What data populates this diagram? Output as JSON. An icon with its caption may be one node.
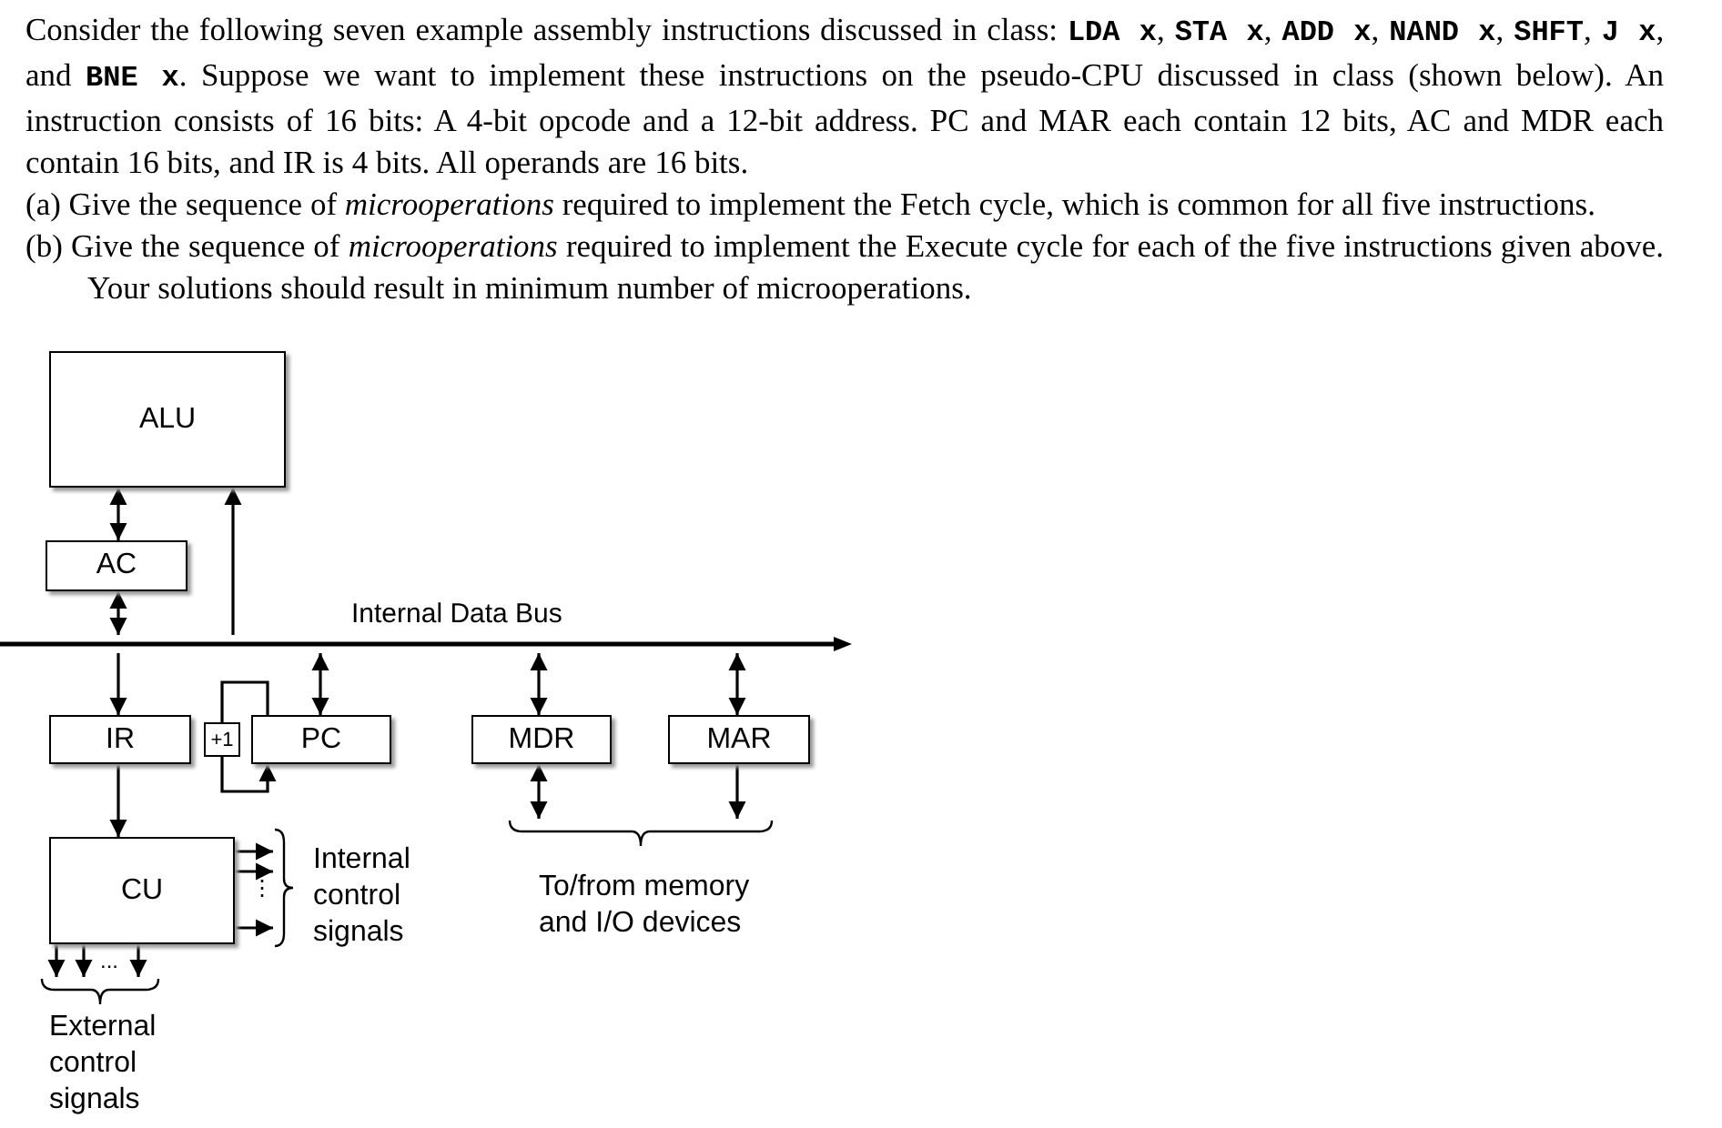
{
  "diagram": {
    "nodes": [
      {
        "text": [
          "ALU"
        ]
      },
      {
        "text": [
          "AC"
        ]
      },
      {
        "text": [],
        "shape": "bar",
        "beside": [
          "Internal Data Bus"
        ]
      },
      {
        "text": [
          "IR"
        ]
      },
      {
        "text": [
          "+1"
        ]
      },
      {
        "text": [
          "PC"
        ]
      },
      {
        "text": [
          "MDR"
        ]
      },
      {
        "text": [
          "MAR"
        ]
      },
      {
        "text": [
          "CU"
        ]
      },
      {
        "text": [
          "Internal control signals"
        ]
      },
      {
        "text": [
          "To/from memory and I/O devices"
        ]
      },
      {
        "text": [
          "External control signals"
        ]
      }
    ],
    "edges": [
      {
        "from": 0,
        "to": 1,
        "arrow": "both"
      },
      {
        "from": 1,
        "to": 2,
        "arrow": "both"
      },
      {
        "from": 2,
        "to": 0,
        "arrow": "to"
      },
      {
        "from": 2,
        "to": 3,
        "arrow": "to"
      },
      {
        "from": 2,
        "to": 5,
        "arrow": "both"
      },
      {
        "from": 2,
        "to": 6,
        "arrow": "both"
      },
      {
        "from": 2,
        "to": 7,
        "arrow": "both"
      },
      {
        "from": 5,
        "to": 4,
        "arrow": "none"
      },
      {
        "from": 4,
        "to": 5,
        "arrow": "to"
      },
      {
        "from": 3,
        "to": 8,
        "arrow": "to"
      },
      {
        "from": 8,
        "to": 9,
        "arrow": "to"
      },
      {
        "from": 8,
        "to": 9,
        "arrow": "to"
      },
      {
        "from": 8,
        "to": 9,
        "arrow": "to"
      },
      {
        "from": 8,
        "to": 11,
        "arrow": "to"
      },
      {
        "from": 8,
        "to": 11,
        "arrow": "to"
      },
      {
        "from": 8,
        "to": 11,
        "arrow": "to"
      },
      {
        "from": 6,
        "to": 10,
        "arrow": "both"
      },
      {
        "from": 7,
        "to": 10,
        "arrow": "to"
      }
    ],
    "labels": [
      "Consider the following seven example assembly instructions discussed in class: **LDA x**, **STA x**, **ADD x**, **NAND x**, **SHFT**, **J x**, and **BNE x**. Suppose we want to implement these instructions on the pseudo-CPU discussed in class (shown below). An instruction consists of 16 bits: A 4-bit opcode and a 12-bit address. PC and MAR each contain 12 bits, AC and MDR each contain 16 bits, and IR is 4 bits. All operands are 16 bits.",
      "(a) Give the sequence of *microoperations* required to implement the Fetch cycle, which is common for all five instructions.",
      "(b) Give the sequence of *microoperations* required to implement the Execute cycle for each of the five instructions given above. Your solutions should result in minimum number of microoperations.",
      "⋮",
      "..."
    ]
  }
}
